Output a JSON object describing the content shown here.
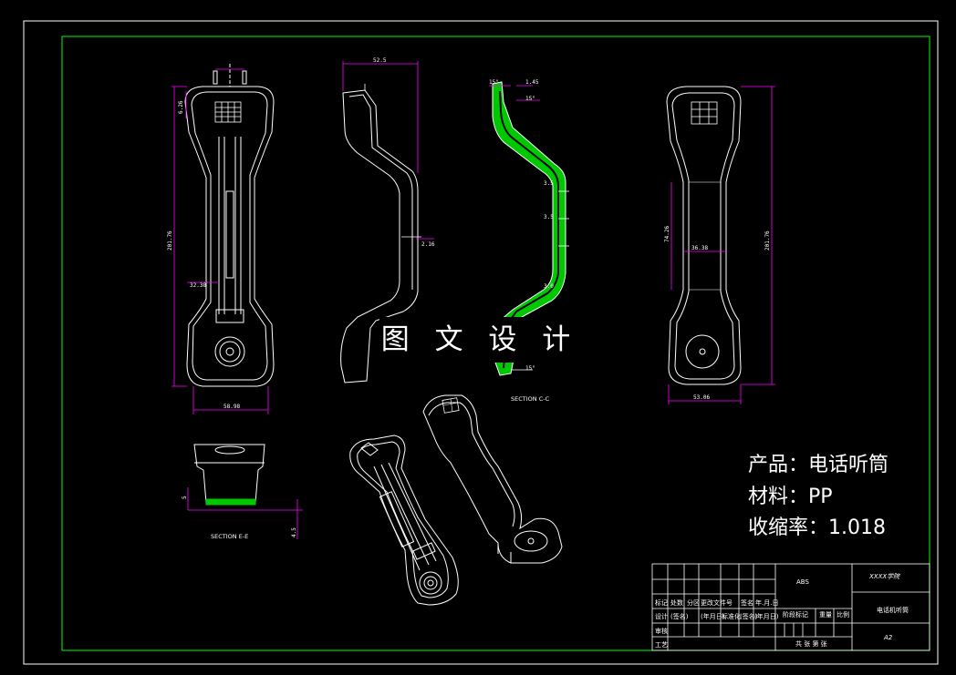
{
  "watermark": "图 文 设 计",
  "specs": {
    "product": "产品：电话听筒",
    "material": "材料：PP",
    "shrinkage": "收缩率：1.018"
  },
  "dimensions": {
    "front_top": "6.26",
    "front_height": "201.76",
    "front_mid": "32.38",
    "front_width": "58.98",
    "side_width": "52.5",
    "side_detail": "2.16",
    "section_top_a": "15°",
    "section_top_b": "1.45",
    "section_top_c": "15°",
    "section_mid_a": "3.5",
    "section_mid_b": "3.5",
    "section_low": "3.0",
    "section_bottom": "15°",
    "back_height": "201.76",
    "back_left": "74.26",
    "back_mid": "36.38",
    "back_width": "53.06",
    "sec_e_side": "5",
    "sec_e_height": "4.5"
  },
  "labels": {
    "section_c": "SECTION C-C",
    "section_e": "SECTION E-E"
  },
  "title_block": {
    "material_cell": "ABS",
    "company": "XXXX学院",
    "drawing_name": "电话机听筒",
    "sheet_size": "A2",
    "row_labels": [
      "标记",
      "处数",
      "分区",
      "更改文件号",
      "签名",
      "年.月.日"
    ],
    "row2": [
      "设计",
      "(签名)",
      "(年月日)",
      "标准化",
      "(签名)",
      "(年月日)"
    ],
    "stage_labels": [
      "阶段标记",
      "重量",
      "比例"
    ],
    "left_labels": [
      "审核",
      "工艺"
    ],
    "sheets": "共  张  第  张"
  },
  "colors": {
    "frame": "#00ff00",
    "outline": "#ffffff",
    "dimension": "#ff00ff",
    "section_fill": "#00c800",
    "background": "#000000"
  }
}
